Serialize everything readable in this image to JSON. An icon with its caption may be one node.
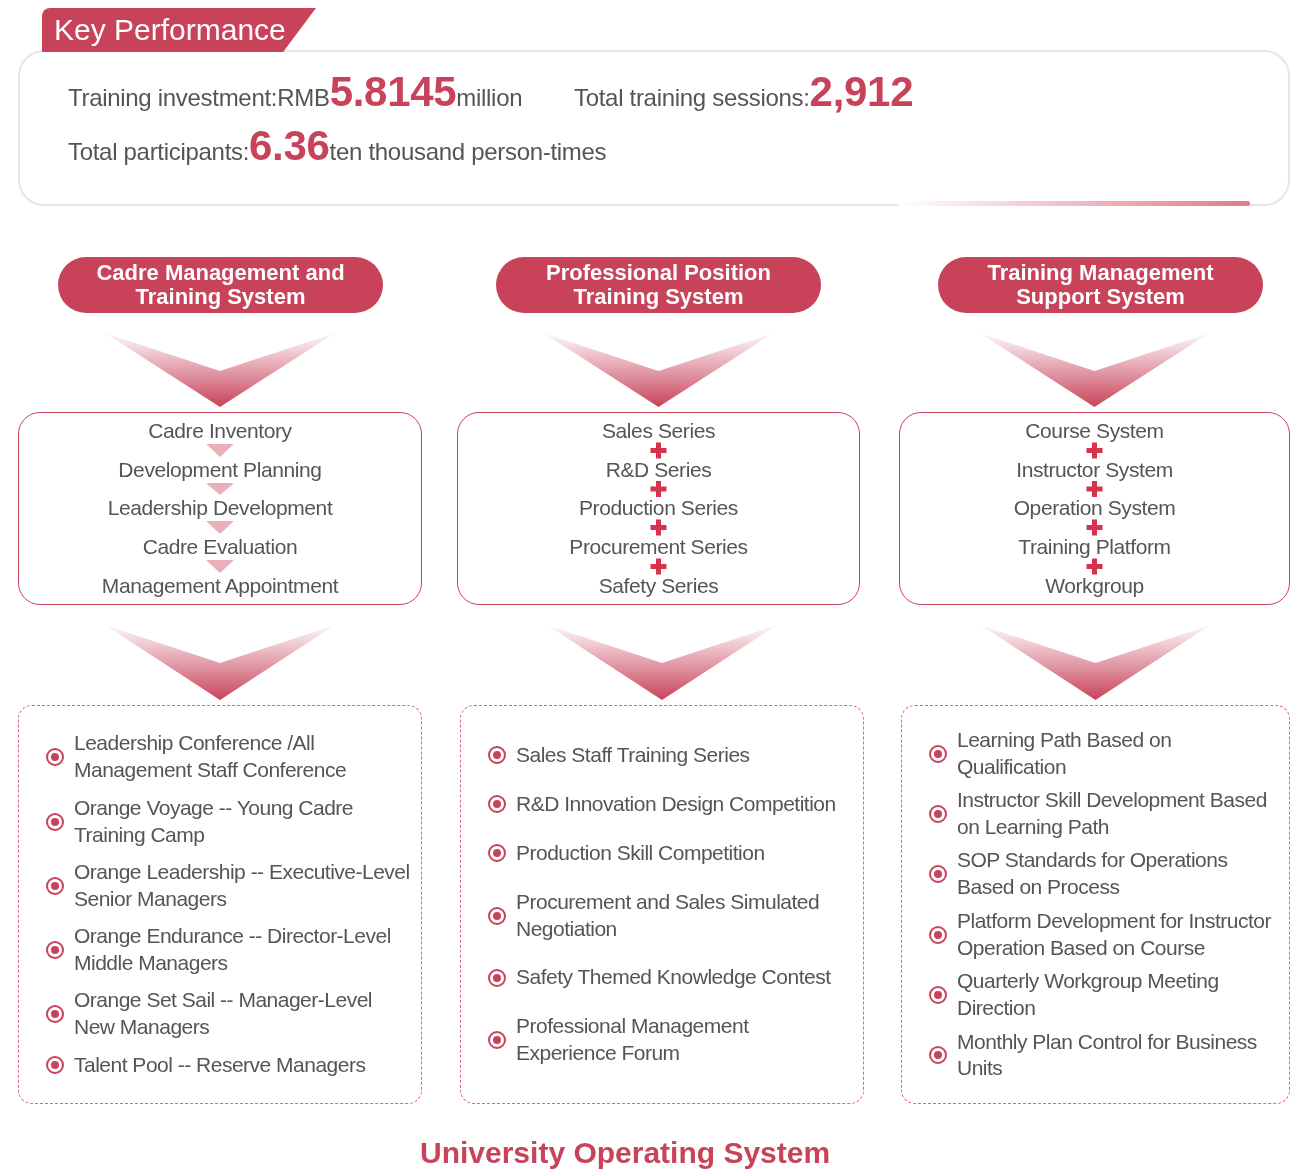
{
  "diagram": {
    "caption": "University Operating System",
    "nodes": [
      {
        "text": [
          "Key Performance",
          "Training investment:RMB**5.8145**million",
          "Total training sessions:**2,912**",
          "Total participants:**6.36**ten thousand person-times"
        ]
      },
      {
        "text": [
          "Cadre Management and Training System"
        ]
      },
      {
        "text": [
          "Professional Position Training System"
        ]
      },
      {
        "text": [
          "Training Management Support System"
        ]
      },
      {
        "text": [],
        "shape": "box"
      },
      {
        "text": [
          "Cadre Inventory"
        ],
        "in": 4
      },
      {
        "text": [
          "Development Planning"
        ],
        "in": 4
      },
      {
        "text": [
          "Leadership Development"
        ],
        "in": 4
      },
      {
        "text": [
          "Cadre Evaluation"
        ],
        "in": 4
      },
      {
        "text": [
          "Management Appointment"
        ],
        "in": 4
      },
      {
        "text": [],
        "shape": "box"
      },
      {
        "text": [
          "Sales Series"
        ],
        "in": 10
      },
      {
        "text": [
          "R&D Series"
        ],
        "in": 10
      },
      {
        "text": [
          "Production Series"
        ],
        "in": 10
      },
      {
        "text": [
          "Procurement Series"
        ],
        "in": 10
      },
      {
        "text": [
          "Safety Series"
        ],
        "in": 10
      },
      {
        "text": [],
        "shape": "box"
      },
      {
        "text": [
          "Course System"
        ],
        "in": 16
      },
      {
        "text": [
          "Instructor System"
        ],
        "in": 16
      },
      {
        "text": [
          "Operation System"
        ],
        "in": 16
      },
      {
        "text": [
          "Training Platform"
        ],
        "in": 16
      },
      {
        "text": [
          "Workgroup"
        ],
        "in": 16
      },
      {
        "text": [
          "Leadership Conference /All Management Staff Conference",
          "Orange Voyage -- Young Cadre Training Camp",
          "Orange Leadership -- Executive-Level Senior Managers",
          "Orange Endurance -- Director-Level Middle Managers",
          "Orange Set Sail -- Manager-Level New Managers",
          "Talent Pool -- Reserve Managers"
        ]
      },
      {
        "text": [
          "Sales Staff Training Series",
          "R&D Innovation Design Competition",
          "Production Skill Competition",
          "Procurement and Sales Simulated Negotiation",
          "Safety Themed Knowledge Contest",
          "Professional Management Experience Forum"
        ]
      },
      {
        "text": [
          "Learning Path Based on Qualification",
          "Instructor Skill Development Based on Learning Path",
          "SOP Standards for Operations Based on Process",
          "Platform Development for Instructor Operation Based on Course",
          "Quarterly Workgroup Meeting Direction",
          "Monthly Plan Control for Business Units"
        ]
      }
    ],
    "edges": [
      {
        "from": 1,
        "to": 4,
        "arrow": "to"
      },
      {
        "from": 2,
        "to": 10,
        "arrow": "to"
      },
      {
        "from": 3,
        "to": 16,
        "arrow": "to"
      },
      {
        "from": 5,
        "to": 6,
        "arrow": "to"
      },
      {
        "from": 6,
        "to": 7,
        "arrow": "to"
      },
      {
        "from": 7,
        "to": 8,
        "arrow": "to"
      },
      {
        "from": 8,
        "to": 9,
        "arrow": "to"
      },
      {
        "from": 4,
        "to": 22,
        "arrow": "to"
      },
      {
        "from": 10,
        "to": 23,
        "arrow": "to"
      },
      {
        "from": 16,
        "to": 24,
        "arrow": "to"
      }
    ]
  }
}
